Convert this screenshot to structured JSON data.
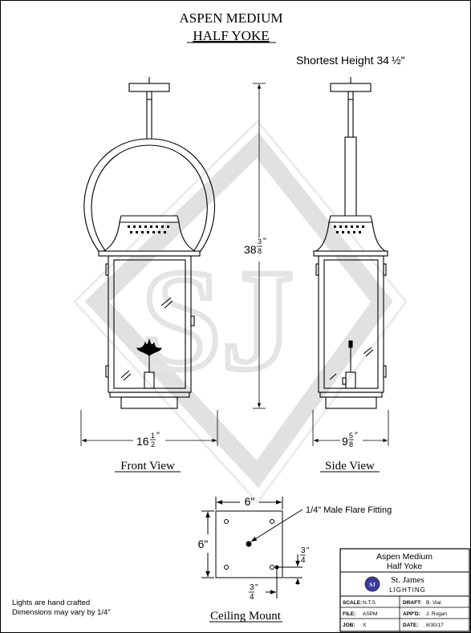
{
  "title": {
    "line1": "ASPEN MEDIUM",
    "line2": "HALF YOKE"
  },
  "shortest_height": {
    "label": "Shortest Height 34",
    "fraction": "½\""
  },
  "dimensions": {
    "height_whole": "38",
    "height_num": "3",
    "height_den": "8",
    "height_unit": "\"",
    "front_width_whole": "16",
    "front_width_num": "1",
    "front_width_den": "2",
    "front_width_unit": "\"",
    "side_width_whole": "9",
    "side_width_num": "5",
    "side_width_den": "8",
    "side_width_unit": "\""
  },
  "views": {
    "front": "Front View",
    "side": "Side View",
    "ceiling": "Ceiling Mount"
  },
  "ceiling_mount": {
    "width": "6\"",
    "height": "6\"",
    "fitting": "1/4\" Male Flare Fitting",
    "offset_num": "3",
    "offset_den": "4",
    "offset_unit": "\""
  },
  "notes": {
    "line1": "Lights are hand crafted",
    "line2": "Dimensions may vary by 1/4\""
  },
  "title_block": {
    "name_line1": "Aspen Medium",
    "name_line2": "Half Yoke",
    "company": "St. James",
    "company_sub": "LIGHTING",
    "logo_letters": "SJ",
    "scale_label": "SCALE:",
    "scale_value": "N.T.S.",
    "draft_label": "DRAFT:",
    "draft_value": "B. Vial",
    "file_label": "FILE:",
    "file_value": "ASPM",
    "appd_label": "APP'D:",
    "appd_value": "J. Rogan",
    "job_label": "JOB:",
    "job_value": "X",
    "date_label": "DATE:",
    "date_value": "8/30/17"
  },
  "watermark": {
    "letters": "SJ"
  }
}
